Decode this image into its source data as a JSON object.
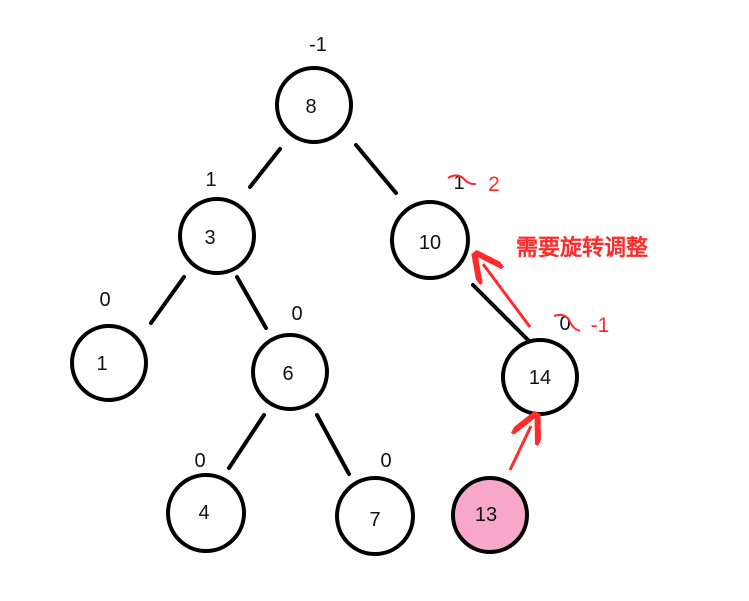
{
  "tree": {
    "nodes": [
      {
        "id": "n8",
        "label": "8",
        "balance": "-1"
      },
      {
        "id": "n3",
        "label": "3",
        "balance": "1"
      },
      {
        "id": "n10",
        "label": "10",
        "balance": "1",
        "new_balance": "2"
      },
      {
        "id": "n1",
        "label": "1",
        "balance": "0"
      },
      {
        "id": "n6",
        "label": "6",
        "balance": "0"
      },
      {
        "id": "n14",
        "label": "14",
        "balance": "0",
        "new_balance": "-1"
      },
      {
        "id": "n4",
        "label": "4",
        "balance": "0"
      },
      {
        "id": "n7",
        "label": "7",
        "balance": "0"
      },
      {
        "id": "n13",
        "label": "13"
      }
    ],
    "colors": {
      "node_stroke": "#000000",
      "inserted_fill": "#f7a8c8",
      "annotation": "#ff2a2a"
    }
  },
  "annotation": {
    "note": "需要旋转调整"
  }
}
